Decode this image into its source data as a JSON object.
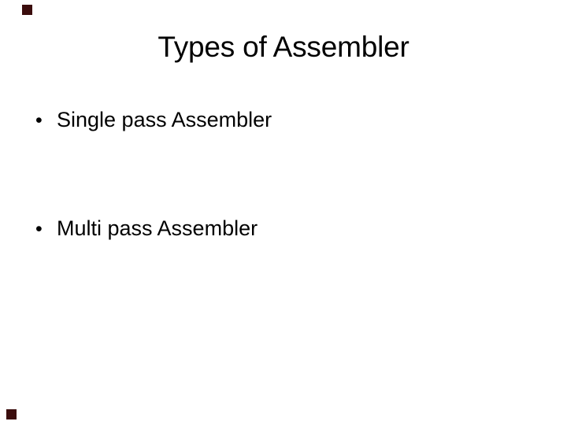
{
  "slide": {
    "title": "Types of Assembler",
    "bullet_char": "•",
    "bullets": [
      {
        "label": "Single pass Assembler"
      },
      {
        "label": "Multi pass Assembler"
      }
    ],
    "colors": {
      "background": "#ffffff",
      "text": "#000000",
      "accent_square": "#3b0d0d"
    }
  }
}
